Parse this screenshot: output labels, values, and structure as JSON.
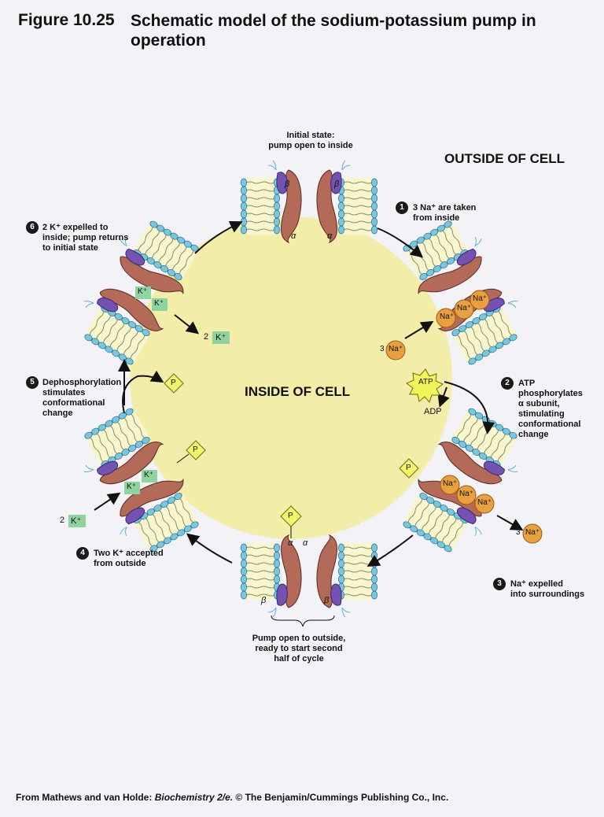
{
  "figure": {
    "number": "Figure 10.25",
    "title": "Schematic model of the sodium-potassium pump in operation"
  },
  "regions": {
    "outside": "OUTSIDE OF CELL",
    "inside": "INSIDE OF CELL"
  },
  "states": {
    "initial": {
      "line1": "Initial state:",
      "line2": "pump open to inside"
    },
    "open_outside": {
      "line1": "Pump open to outside,",
      "line2": "ready to start second",
      "line3": "half of cycle"
    }
  },
  "steps": [
    {
      "n": "1",
      "line1": "3 Na⁺ are taken",
      "line2": "from inside"
    },
    {
      "n": "2",
      "line1": "ATP",
      "line2": "phosphorylates",
      "line3": "α subunit,",
      "line4": "stimulating",
      "line5": "conformational",
      "line6": "change"
    },
    {
      "n": "3",
      "line1": "Na⁺ expelled",
      "line2": "into surroundings"
    },
    {
      "n": "4",
      "line1": "Two K⁺ accepted",
      "line2": "from outside"
    },
    {
      "n": "5",
      "line1": "Dephosphorylation",
      "line2": "stimulates",
      "line3": "conformational",
      "line4": "change"
    },
    {
      "n": "6",
      "line1": "2 K⁺ expelled to",
      "line2": "inside; pump returns",
      "line3": "to initial state"
    }
  ],
  "ions": {
    "na": "Na⁺",
    "k": "K⁺",
    "three_na": "3 Na⁺",
    "two_k": "2 K⁺",
    "three": "3",
    "two": "2",
    "p": "P",
    "atp": "ATP",
    "adp": "ADP"
  },
  "subunits": {
    "alpha": "α",
    "beta": "β"
  },
  "footer": {
    "prefix": "From Mathews and van Holde: ",
    "book": "Biochemistry 2/e.",
    "suffix": " © The Benjamin/Cummings Publishing Co., Inc."
  },
  "colors": {
    "cell": "#f2eda8",
    "lipid_head": "#79c6e0",
    "lipid_tail": "#f7f6cf",
    "alpha": "#b36a58",
    "beta": "#7352b2",
    "na": "#e8a040",
    "k": "#8fd4a0",
    "phosphate": "#f2f56a",
    "atp": "#f2f55a"
  }
}
